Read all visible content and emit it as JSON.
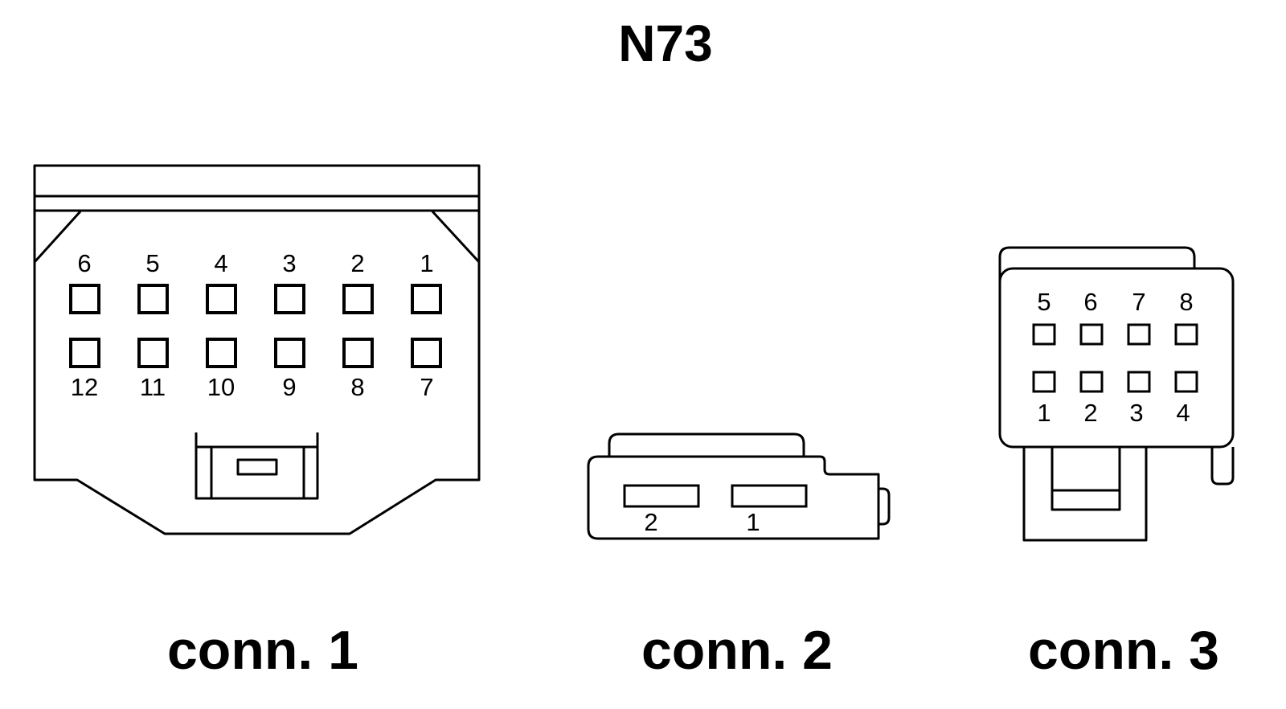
{
  "title": "N73",
  "connectors": [
    {
      "caption": "conn. 1",
      "top_row_pins": [
        "6",
        "5",
        "4",
        "3",
        "2",
        "1"
      ],
      "bottom_row_pins": [
        "12",
        "11",
        "10",
        "9",
        "8",
        "7"
      ]
    },
    {
      "caption": "conn. 2",
      "pins": [
        "2",
        "1"
      ]
    },
    {
      "caption": "conn. 3",
      "top_row_pins": [
        "5",
        "6",
        "7",
        "8"
      ],
      "bottom_row_pins": [
        "1",
        "2",
        "3",
        "4"
      ]
    }
  ],
  "colors": {
    "line": "#000000",
    "background": "#ffffff"
  }
}
